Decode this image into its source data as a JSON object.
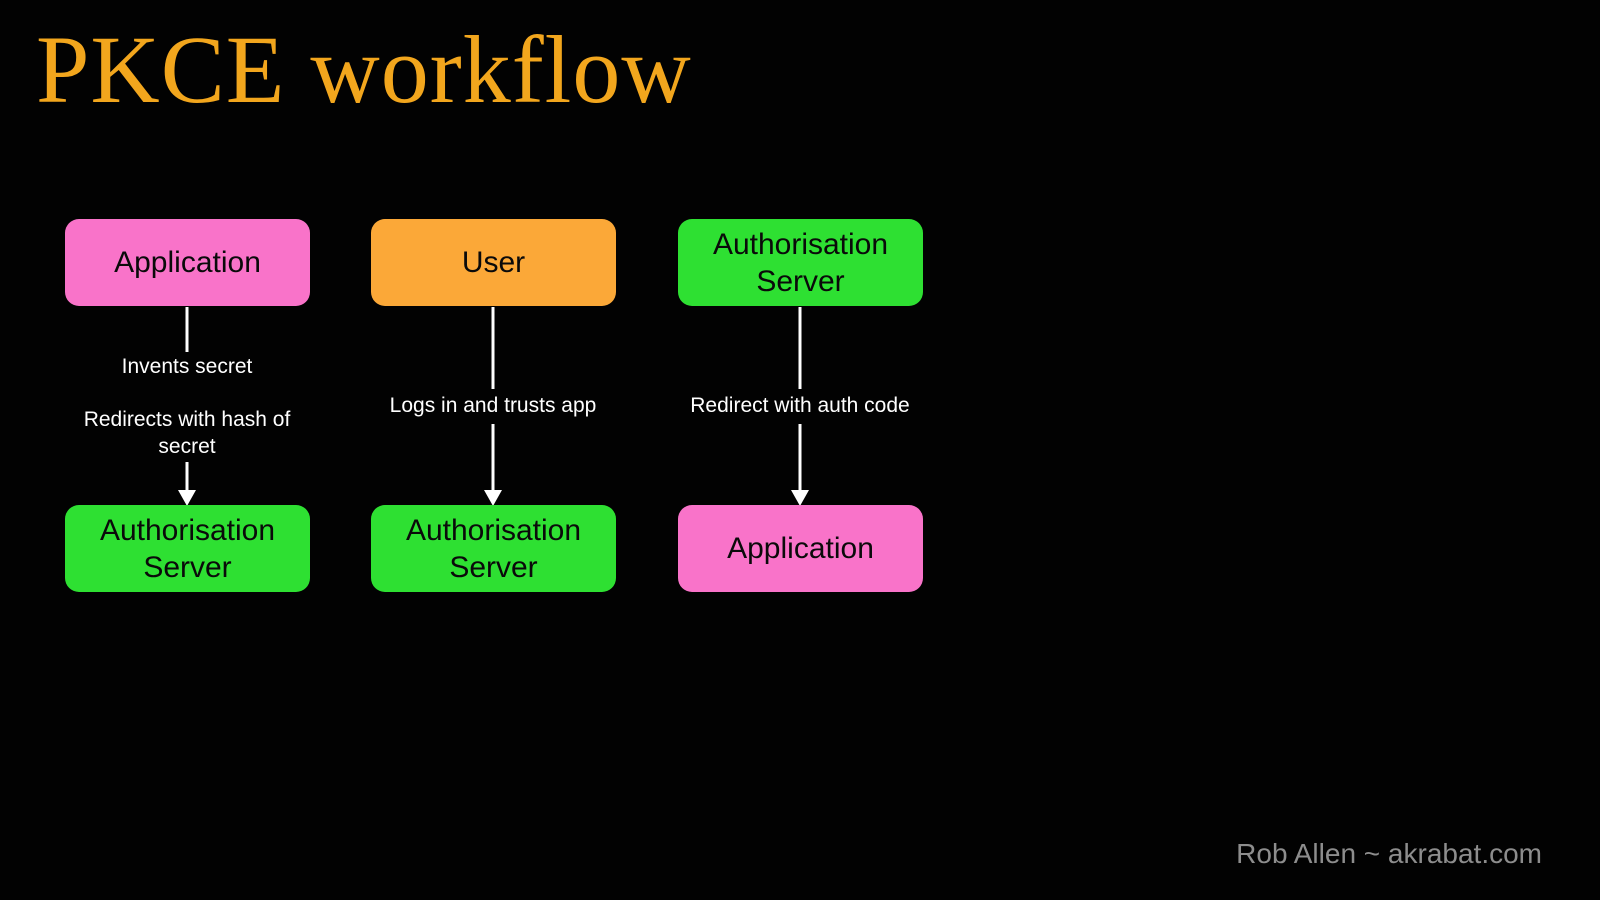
{
  "slide": {
    "title": "PKCE workflow",
    "footer": "Rob Allen ~ akrabat.com"
  },
  "colors": {
    "background": "#020202",
    "title": "#F2A61D",
    "application_box": "#F973C9",
    "user_box": "#FBA838",
    "authorisation_server_box": "#2EE032",
    "edge": "#FFFFFF",
    "edge_label_text": "#FFFFFF",
    "box_text": "#0A0A0A",
    "footer_text": "#8D8D8D"
  },
  "diagram": {
    "columns": [
      {
        "top_node": {
          "label": "Application",
          "color": "#F973C9"
        },
        "labels": [
          "Invents secret",
          "Redirects with hash of secret"
        ],
        "bottom_node": {
          "label": "Authorisation Server",
          "color": "#2EE032"
        }
      },
      {
        "top_node": {
          "label": "User",
          "color": "#FBA838"
        },
        "labels": [
          "Logs in and trusts app"
        ],
        "bottom_node": {
          "label": "Authorisation Server",
          "color": "#2EE032"
        }
      },
      {
        "top_node": {
          "label": "Authorisation Server",
          "color": "#2EE032"
        },
        "labels": [
          "Redirect with auth code"
        ],
        "bottom_node": {
          "label": "Application",
          "color": "#F973C9"
        }
      }
    ]
  }
}
